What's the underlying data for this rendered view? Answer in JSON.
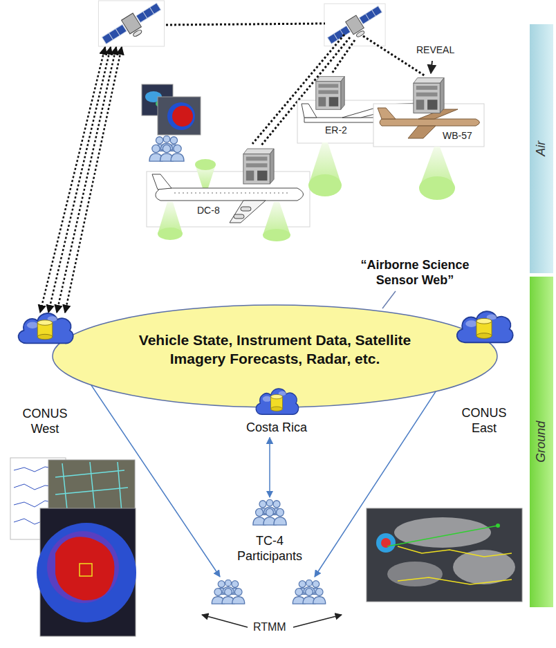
{
  "diagram": {
    "nodes": [
      {
        "text": [
          "Air"
        ]
      },
      {
        "text": [
          "Ground"
        ]
      },
      {
        "text": [
          "DC-8"
        ]
      },
      {
        "text": [
          "ER-2"
        ]
      },
      {
        "text": [
          "WB-57"
        ]
      },
      {
        "text": [
          "Vehicle State, Instrument Data, Satellite Imagery Forecasts, Radar, etc."
        ]
      },
      {
        "text": [
          "CONUS West"
        ]
      },
      {
        "text": [
          "Costa Rica"
        ]
      },
      {
        "text": [
          "CONUS East"
        ]
      },
      {
        "text": [
          "TC-4 Participants"
        ]
      }
    ],
    "edges": [
      {
        "from": 7,
        "to": 9,
        "arrow": "both"
      }
    ],
    "labels": [
      "REVEAL",
      "“Airborne Science Sensor Web”",
      "RTMM"
    ]
  }
}
